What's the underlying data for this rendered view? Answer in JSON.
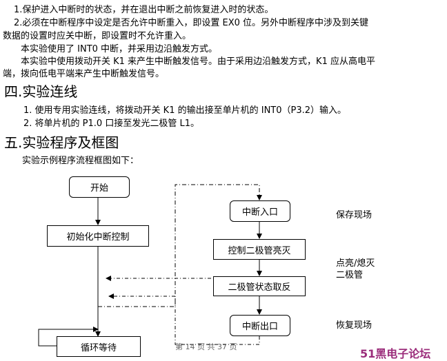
{
  "text_lines": [
    "1.保护进入中断时的状态，并在退出中断之前恢复进入时的状态。",
    "2.必须在中断程序中设定是否允许中断重入，即设置 EX0 位。另外中断程序中涉及到关键",
    "数据的设置时应关中断，即设置时不允许重入。",
    "本实验使用了 INT0 中断，并采用边沿触发方式。",
    "本实验中使用拨动开关 K1 来产生中断触发信号。由于采用边沿触发方式，K1 应从高电平",
    "端，拨向低电平端来产生中断触发信号。"
  ],
  "section4": {
    "title": "四.实验连线",
    "items": [
      "1. 使用专用实验连线，将拨动开关 K1 的输出接至单片机的 INT0（P3.2）输入。",
      "2. 将单片机的 P1.0 口接至发光二极管 L1。"
    ]
  },
  "section5": {
    "title": "五.实验程序及框图",
    "intro": "实验示例程序流程框图如下："
  },
  "flowchart": {
    "main": {
      "start": "开始",
      "init": "初始化中断控制",
      "loop": "循环等待"
    },
    "isr": {
      "entry": "中断入口",
      "control": "控制二极管亮灭",
      "invert": "二极管状态取反",
      "exit": "中断出口"
    },
    "notes": {
      "save": "保存现场",
      "led_1": "点亮/熄灭",
      "led_2": "二极管",
      "restore": "恢复现场"
    }
  },
  "footer": "第 14 页 共 37 页",
  "watermark": "51黑电子论坛"
}
